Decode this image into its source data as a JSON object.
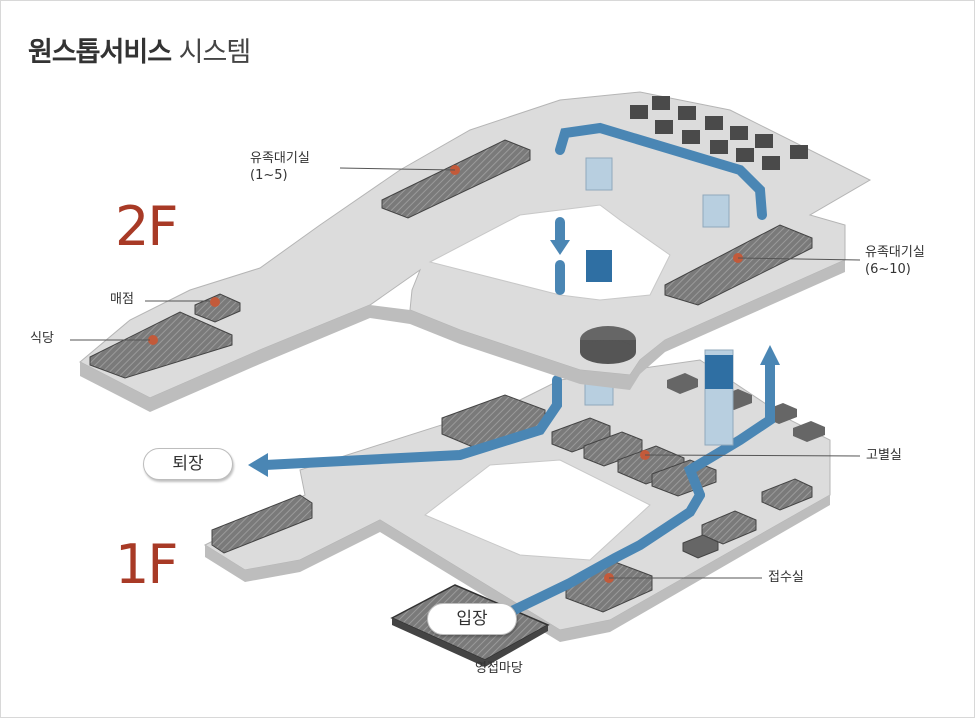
{
  "title": {
    "bold": "원스톱서비스",
    "normal": "시스템"
  },
  "floors": {
    "upper": "2F",
    "lower": "1F"
  },
  "labels": {
    "family_room_1": "유족대기실",
    "family_room_1_range": "(1~5)",
    "family_room_2": "유족대기실",
    "family_room_2_range": "(6~10)",
    "shop": "매점",
    "restaurant": "식당",
    "farewell_room": "고별실",
    "reception": "접수실",
    "courtyard": "영접마당"
  },
  "buttons": {
    "exit": "퇴장",
    "enter": "입장"
  },
  "colors": {
    "floor_number": "#a83a26",
    "route": "#4a86b4",
    "platform": "#dcdcdc",
    "room": "#6b6b6b"
  }
}
